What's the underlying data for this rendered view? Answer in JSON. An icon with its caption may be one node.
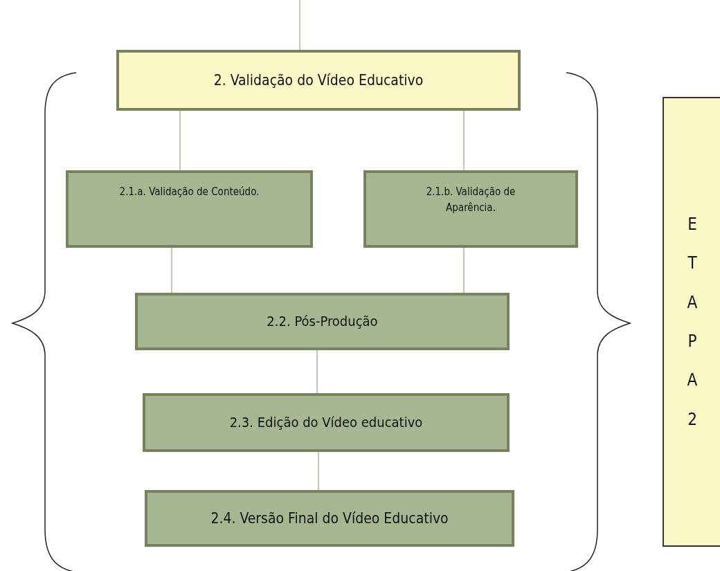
{
  "diagram": {
    "nodes": [
      {
        "text": [
          "2. Validação do Vídeo Educativo"
        ]
      },
      {
        "text": [
          "2.1.a. Validação de Conteúdo."
        ]
      },
      {
        "text": [
          "2.1.b. Validação de Aparência."
        ]
      },
      {
        "text": [
          "2.2. Pós-Produção"
        ]
      },
      {
        "text": [
          "2.3. Edição do Vídeo educativo"
        ]
      },
      {
        "text": [
          "2.4. Versão Final do Vídeo Educativo"
        ]
      },
      {
        "text": [
          "ETAPA 2"
        ]
      }
    ],
    "edges": [
      {
        "from": null,
        "to": 0,
        "arrow": "none"
      },
      {
        "from": 0,
        "to": 1,
        "arrow": "none"
      },
      {
        "from": 0,
        "to": 2,
        "arrow": "none"
      },
      {
        "from": 1,
        "to": 3,
        "arrow": "none"
      },
      {
        "from": 2,
        "to": 3,
        "arrow": "none"
      },
      {
        "from": 3,
        "to": 4,
        "arrow": "none"
      },
      {
        "from": 4,
        "to": 5,
        "arrow": "none"
      }
    ]
  }
}
